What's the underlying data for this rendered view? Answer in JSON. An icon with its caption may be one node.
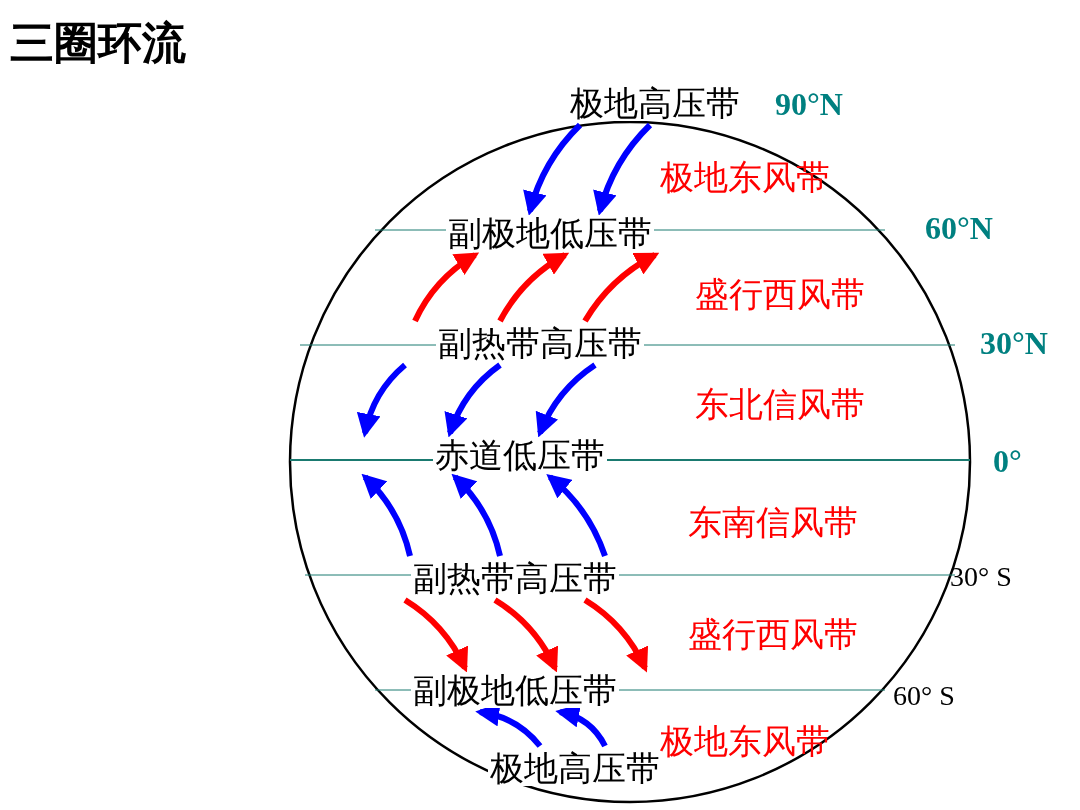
{
  "diagram": {
    "title": "三圈环流",
    "nodes": [
      {
        "text": [
          "极地高压带"
        ]
      },
      {
        "text": [
          "副极地低压带"
        ]
      },
      {
        "text": [
          "副热带高压带"
        ]
      },
      {
        "text": [
          "赤道低压带"
        ]
      },
      {
        "text": [
          "副热带高压带"
        ]
      },
      {
        "text": [
          "副极地低压带"
        ]
      },
      {
        "text": [
          "极地高压带"
        ]
      }
    ],
    "edges": [
      {
        "from": 0,
        "to": 1,
        "arrow": "to"
      },
      {
        "from": 0,
        "to": 1,
        "arrow": "to"
      },
      {
        "from": 2,
        "to": 1,
        "arrow": "to",
        "color": "#ff0000"
      },
      {
        "from": 2,
        "to": 1,
        "arrow": "to",
        "color": "#ff0000"
      },
      {
        "from": 2,
        "to": 1,
        "arrow": "to",
        "color": "#ff0000"
      },
      {
        "from": 2,
        "to": 3,
        "arrow": "to"
      },
      {
        "from": 2,
        "to": 3,
        "arrow": "to"
      },
      {
        "from": 2,
        "to": 3,
        "arrow": "to"
      },
      {
        "from": 4,
        "to": 3,
        "arrow": "to"
      },
      {
        "from": 4,
        "to": 3,
        "arrow": "to"
      },
      {
        "from": 4,
        "to": 3,
        "arrow": "to"
      },
      {
        "from": 4,
        "to": 5,
        "arrow": "to",
        "color": "#ff0000"
      },
      {
        "from": 4,
        "to": 5,
        "arrow": "to",
        "color": "#ff0000"
      },
      {
        "from": 4,
        "to": 5,
        "arrow": "to",
        "color": "#ff0000"
      },
      {
        "from": 6,
        "to": 5,
        "arrow": "to"
      },
      {
        "from": 6,
        "to": 5,
        "arrow": "to"
      }
    ],
    "labels": [
      "90°N",
      "极地东风带",
      "60°N",
      "盛行西风带",
      "30°N",
      "东北信风带",
      "0°",
      "东南信风带",
      "30° S",
      "盛行西风带",
      "60° S",
      "极地东风带"
    ]
  }
}
